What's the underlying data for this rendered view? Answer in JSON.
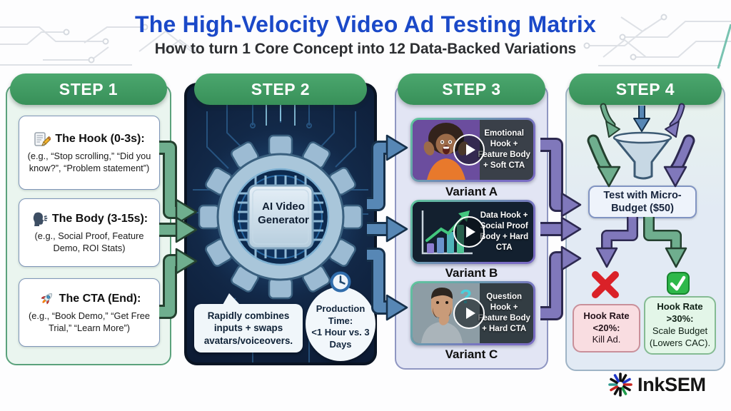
{
  "header": {
    "title": "The High-Velocity Video Ad Testing Matrix",
    "subtitle": "How to turn 1 Core Concept into 12 Data-Backed Variations"
  },
  "step1": {
    "label": "STEP 1",
    "cards": [
      {
        "icon": "memo-pencil-icon",
        "title": "The Hook (0-3s):",
        "body": "(e.g., “Stop scrolling,” “Did you know?”, “Problem statement”)"
      },
      {
        "icon": "speaking-head-icon",
        "title": "The Body (3-15s):",
        "body": "(e.g., Social Proof, Feature Demo, ROI Stats)"
      },
      {
        "icon": "rocket-icon",
        "title": "The CTA (End):",
        "body": "(e.g., “Book Demo,” “Get Free Trial,” “Learn More”)"
      }
    ]
  },
  "step2": {
    "label": "STEP 2",
    "machine_label": "AI Video Generator",
    "note_bubble": "Rapidly combines inputs + swaps avatars/voiceovers.",
    "production_time_title": "Production Time:",
    "production_time_value": "<1 Hour vs. 3 Days",
    "icon": "clock-icon"
  },
  "step3": {
    "label": "STEP 3",
    "variants": [
      {
        "name": "Variant A",
        "overlay_text": "Emotional Hook + Feature Body + Soft CTA",
        "thumbnail": "excited-woman-video-thumbnail",
        "icon": "play-icon"
      },
      {
        "name": "Variant B",
        "overlay_text": "Data Hook + Social Proof Body + Hard CTA",
        "thumbnail": "growth-chart-video-thumbnail",
        "icon": "play-icon"
      },
      {
        "name": "Variant C",
        "overlay_text": "Question Hook + Feature Body + Hard CTA",
        "thumbnail": "thinking-man-video-thumbnail",
        "icon": "play-icon"
      }
    ]
  },
  "step4": {
    "label": "STEP 4",
    "funnel_icon": "funnel-icon",
    "test_box_label": "Test with Micro-Budget ($50)",
    "fail_branch": {
      "icon": "cross-mark-icon",
      "condition": "Hook Rate <20%:",
      "action": "Kill Ad."
    },
    "pass_branch": {
      "icon": "check-mark-icon",
      "condition": "Hook Rate >30%:",
      "action": "Scale Budget (Lowers CAC)."
    }
  },
  "footer": {
    "brand": "InkSEM",
    "icon": "ink-starburst-icon"
  },
  "colors": {
    "title_blue": "#1b49c8",
    "step_pill_green": "#3f9d64",
    "arrow_green": "#6fae8e",
    "arrow_blue": "#5787b5",
    "arrow_purple": "#8078bb",
    "fail_red": "#da2128",
    "pass_green": "#2eb84a"
  }
}
